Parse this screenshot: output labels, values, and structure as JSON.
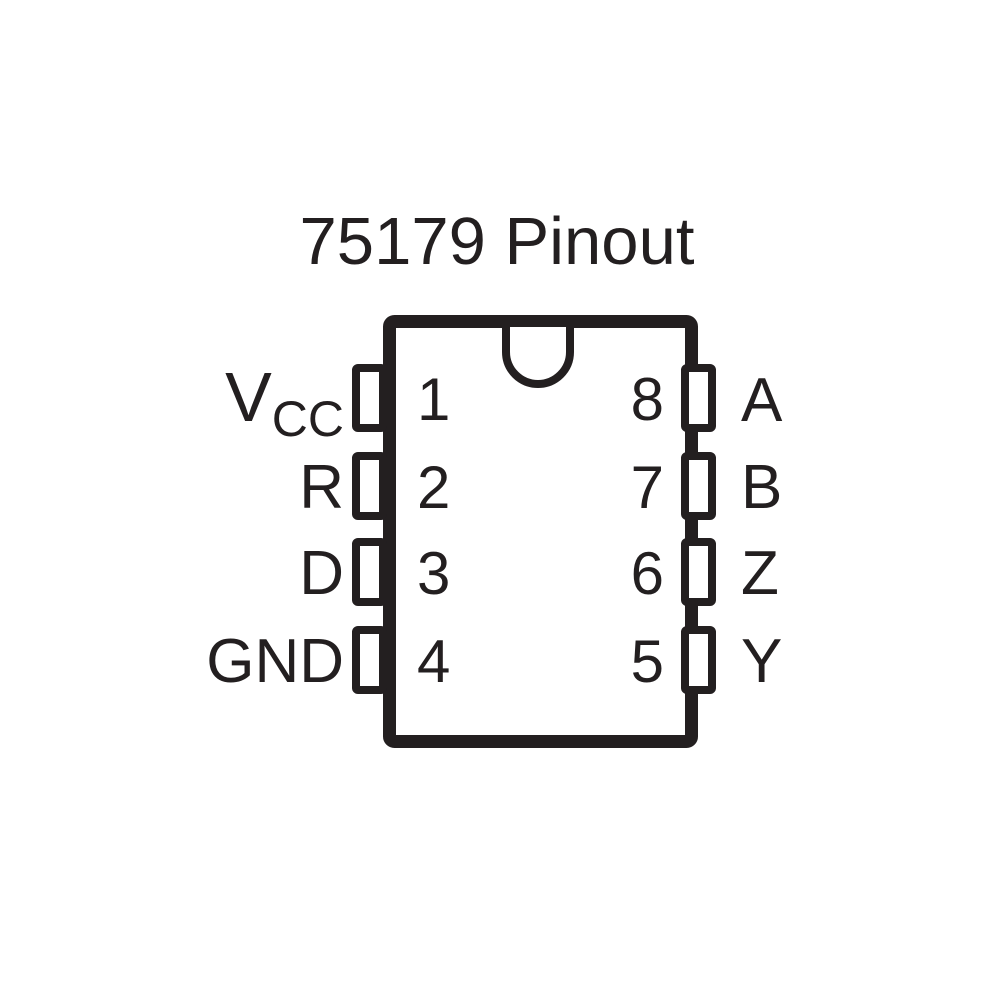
{
  "title": "75179 Pinout",
  "colors": {
    "ink": "#231f20",
    "background": "#ffffff"
  },
  "icons": {
    "orientation_notch": "semicircle-notch"
  },
  "pins": {
    "left": [
      {
        "number": "1",
        "label": "V",
        "label_sub": "CC"
      },
      {
        "number": "2",
        "label": "R"
      },
      {
        "number": "3",
        "label": "D"
      },
      {
        "number": "4",
        "label": "GND"
      }
    ],
    "right": [
      {
        "number": "8",
        "label": "A"
      },
      {
        "number": "7",
        "label": "B"
      },
      {
        "number": "6",
        "label": "Z"
      },
      {
        "number": "5",
        "label": "Y"
      }
    ]
  }
}
